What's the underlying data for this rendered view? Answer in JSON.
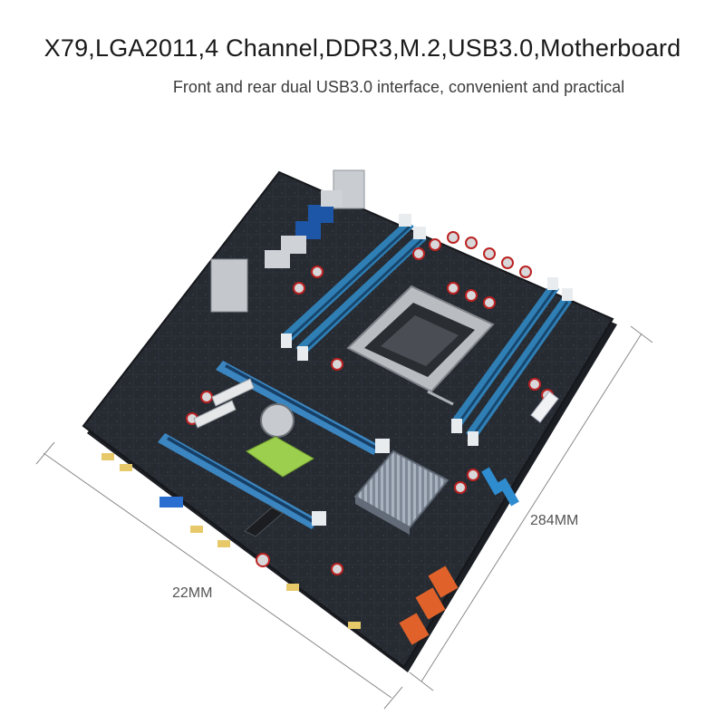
{
  "header": {
    "title": "X79,LGA2011,4 Channel,DDR3,M.2,USB3.0,Motherboard",
    "subtitle": "Front and rear dual USB3.0 interface, convenient and practical"
  },
  "dimensions": {
    "width_label": "22MM",
    "height_label": "284MM"
  },
  "colors": {
    "pcb": "#23272e",
    "dimm_slot": "#2f7fb5",
    "pcie_slot": "#3b86c0",
    "sata_port": "#e0622a",
    "chipset_pad": "#9ccf4e",
    "heatsink": "#8e98a6",
    "cpu_socket": "#b9bcc0"
  }
}
